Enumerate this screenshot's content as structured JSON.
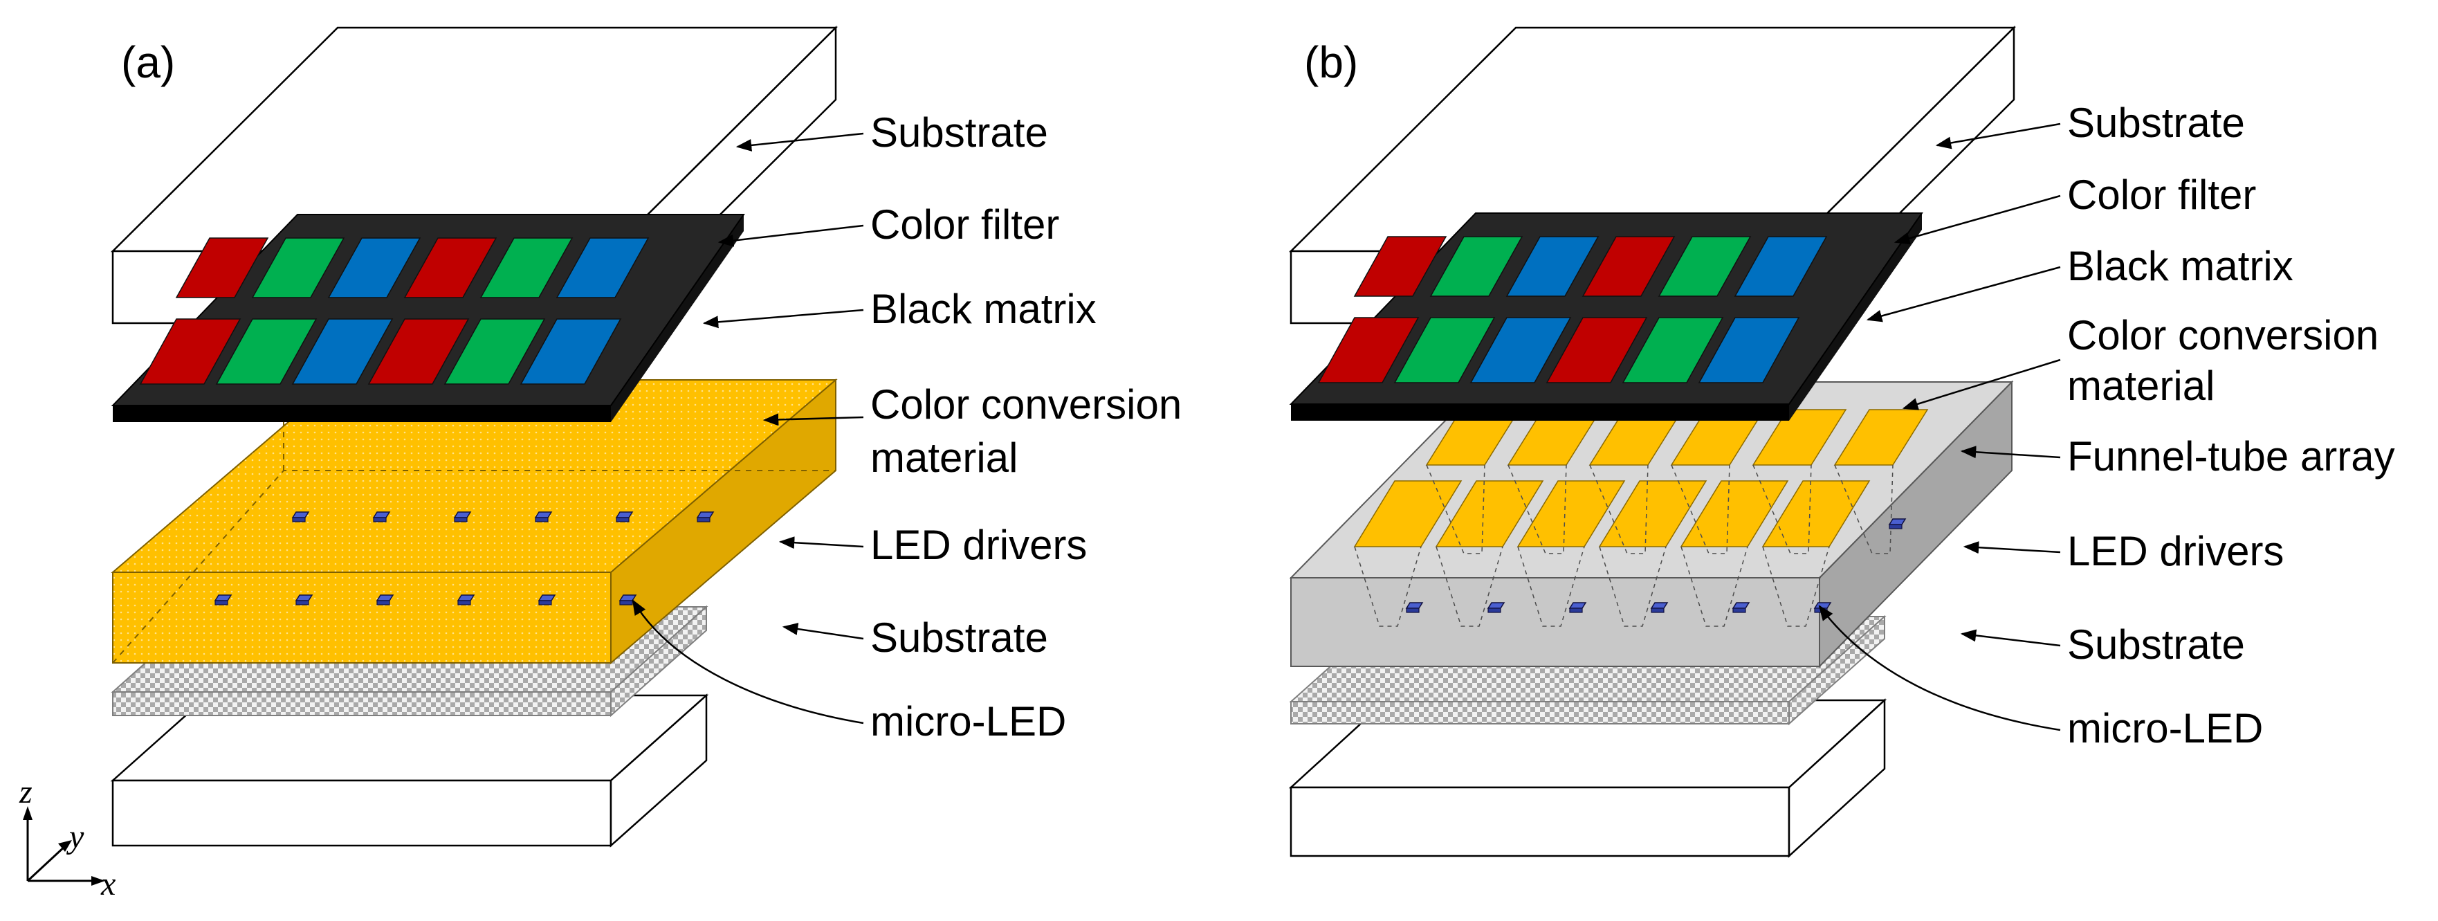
{
  "panels": [
    {
      "tag": "(a)",
      "labels": [
        "Substrate",
        "Color filter",
        "Black matrix",
        "Color conversion",
        "material",
        "LED drivers",
        "Substrate",
        "micro-LED"
      ]
    },
    {
      "tag": "(b)",
      "labels": [
        "Substrate",
        "Color filter",
        "Black matrix",
        "Color conversion",
        "material",
        "Funnel-tube array",
        "LED drivers",
        "Substrate",
        "micro-LED"
      ]
    }
  ],
  "axes": {
    "z": "z",
    "y": "y",
    "x": "x"
  },
  "colors": {
    "red": "#c00000",
    "green": "#00b050",
    "blue": "#0070c0",
    "black_matrix": "#262626",
    "conversion": "#ffc000",
    "conversion_side": "#e0a800",
    "funnel_block": "#c8c8c8",
    "driver": "#d6d6d6"
  },
  "filter_sequence": [
    "red",
    "green",
    "blue",
    "red",
    "green",
    "blue"
  ]
}
